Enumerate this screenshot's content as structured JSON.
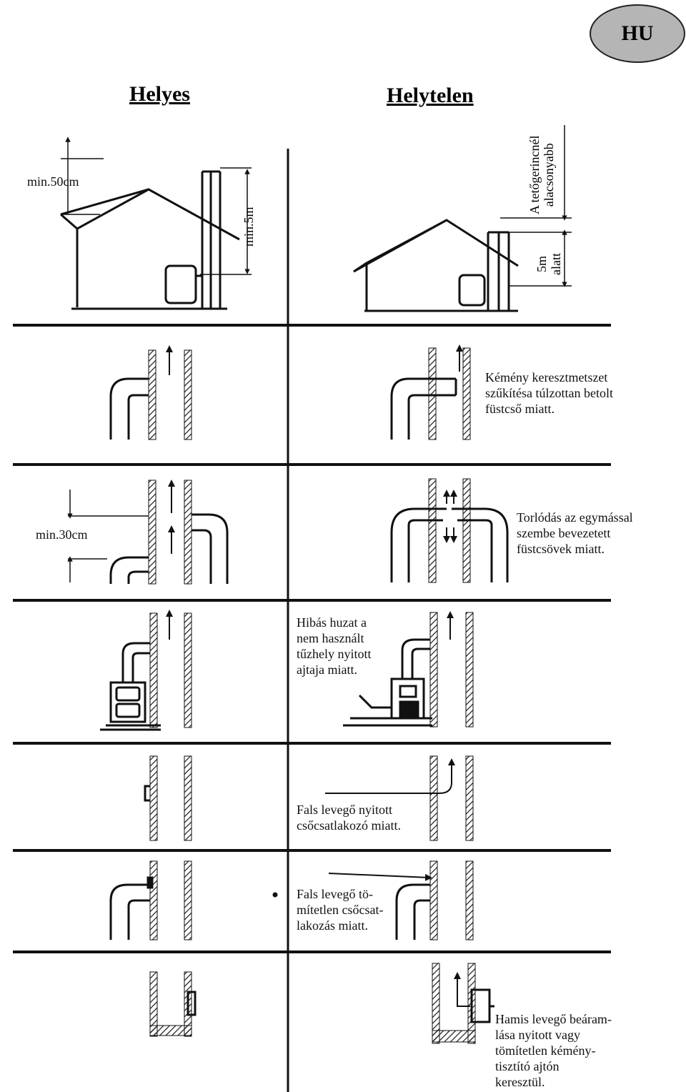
{
  "badge": "HU",
  "titles": {
    "correct": "Helyes",
    "incorrect": "Helytelen"
  },
  "labels": {
    "min50": "min.50cm",
    "min5m": "min.5m",
    "ridge_lower": "A tetőgerincnél\nalacsonyabb",
    "under5m": "5m\nalatt",
    "narrowing": "Kémény keresztmetszet\nszűkítésa túlzottan betolt\nfüstcső miatt.",
    "min30": "min.30cm",
    "congestion": "Torlódás az egymással\nszembe bevezetett\nfüstcsövek miatt.",
    "fireplace": "Hibás huzat a\nnem használt\ntűzhely nyitott\najtaja miatt.",
    "open_connector": "Fals levegő nyitott\ncsőcsatlakozó miatt.",
    "unsealed": "Fals levegő tö-\nmítetlen csőcsat-\nlakozás miatt.",
    "cleaning_door": "Hamis levegő beáram-\nlása nyitott vagy\ntömítetlen kémény-\ntisztító ajtón\nkeresztül."
  }
}
